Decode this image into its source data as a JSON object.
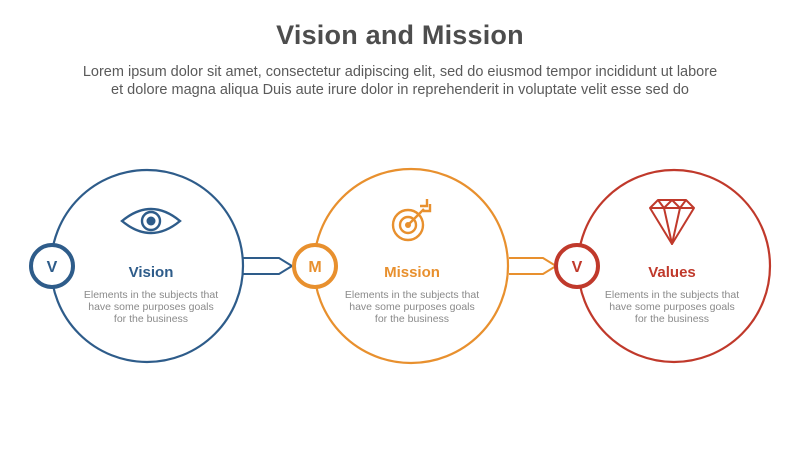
{
  "header": {
    "title": "Vision and Mission",
    "subtitle_lines": [
      "Lorem ipsum dolor sit amet, consectetur adipiscing elit, sed do eiusmod tempor incididunt ut labore",
      "et dolore magna aliqua Duis aute irure dolor in reprehenderit in voluptate velit esse sed do"
    ]
  },
  "items": [
    {
      "badge": "V",
      "label": "Vision",
      "icon": "eye-icon",
      "color": "#2e5c8a",
      "description_lines": [
        "Elements in the subjects that",
        "have  some purposes goals",
        "for the  business"
      ]
    },
    {
      "badge": "M",
      "label": "Mission",
      "icon": "target-arrow-icon",
      "color": "#e8902e",
      "description_lines": [
        "Elements in the subjects that",
        "have  some purposes goals",
        "for the  business"
      ]
    },
    {
      "badge": "V",
      "label": "Values",
      "icon": "diamond-icon",
      "color": "#c0392b",
      "description_lines": [
        "Elements in the subjects that",
        "have  some purposes goals",
        "for the  business"
      ]
    }
  ]
}
